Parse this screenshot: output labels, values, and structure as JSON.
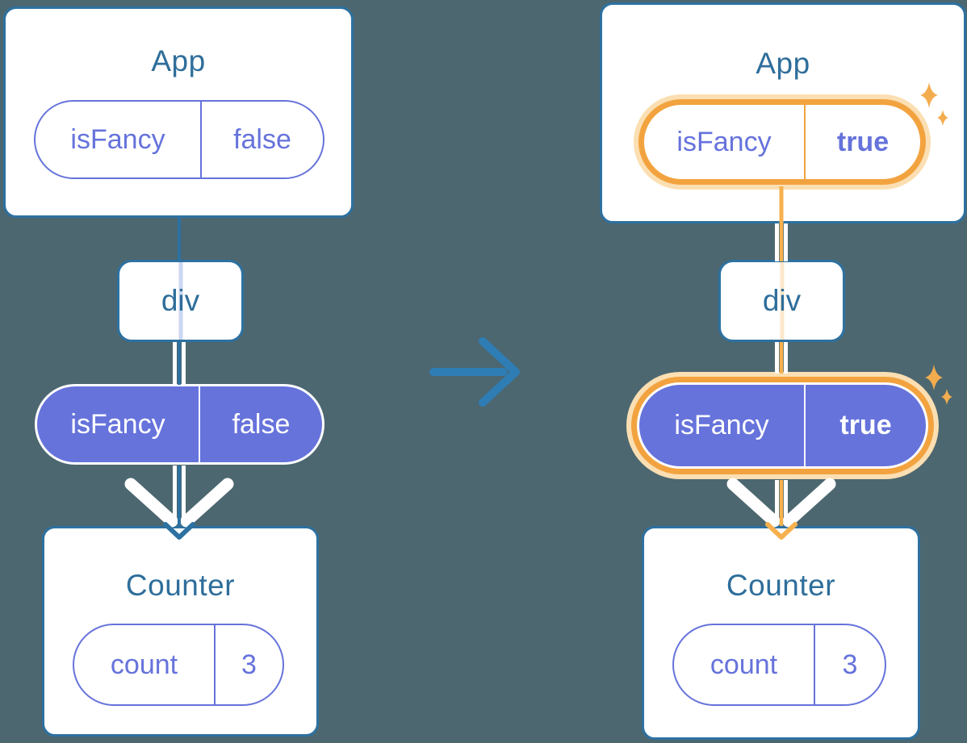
{
  "left": {
    "app": {
      "title": "App",
      "pill": {
        "name": "isFancy",
        "value": "false"
      }
    },
    "div": {
      "label": "div"
    },
    "prop": {
      "name": "isFancy",
      "value": "false"
    },
    "counter": {
      "title": "Counter",
      "pill": {
        "name": "count",
        "value": "3"
      }
    }
  },
  "right": {
    "app": {
      "title": "App",
      "pill": {
        "name": "isFancy",
        "value": "true"
      }
    },
    "div": {
      "label": "div"
    },
    "prop": {
      "name": "isFancy",
      "value": "true"
    },
    "counter": {
      "title": "Counter",
      "pill": {
        "name": "count",
        "value": "3"
      }
    }
  },
  "colors": {
    "background": "#4c6770",
    "card_border_blue": "#2d71a1",
    "title_blue": "#2e6e9b",
    "purple": "#6673db",
    "line_blue": "#2d71a1",
    "transition_arrow_blue": "#2e7db5",
    "highlight_orange": "#f2a33f",
    "highlight_orange_light": "#fbdfb2",
    "line_orange": "#f6b14f",
    "sparkle_orange": "#f3ac4e",
    "stripe_lavender": "#cbd7f0",
    "stripe_pale_orange": "#fce8cc",
    "white": "#ffffff"
  }
}
